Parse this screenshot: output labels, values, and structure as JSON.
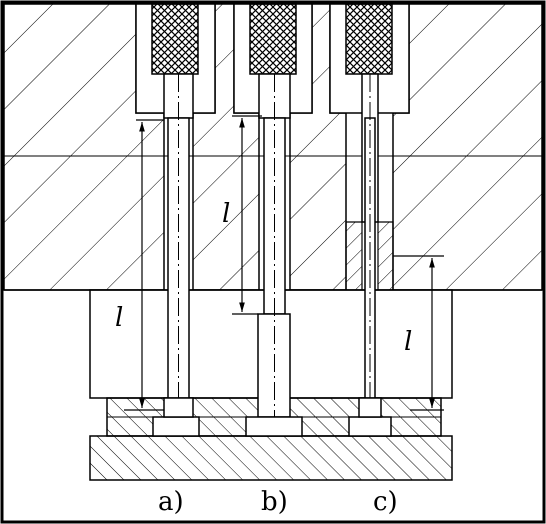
{
  "figure": {
    "panel_labels": [
      {
        "id": "a",
        "text": "a)"
      },
      {
        "id": "b",
        "text": "b)"
      },
      {
        "id": "c",
        "text": "c)"
      }
    ],
    "dimension_symbol": "l"
  },
  "colors": {
    "ink": "#000000",
    "paper": "#ffffff"
  }
}
